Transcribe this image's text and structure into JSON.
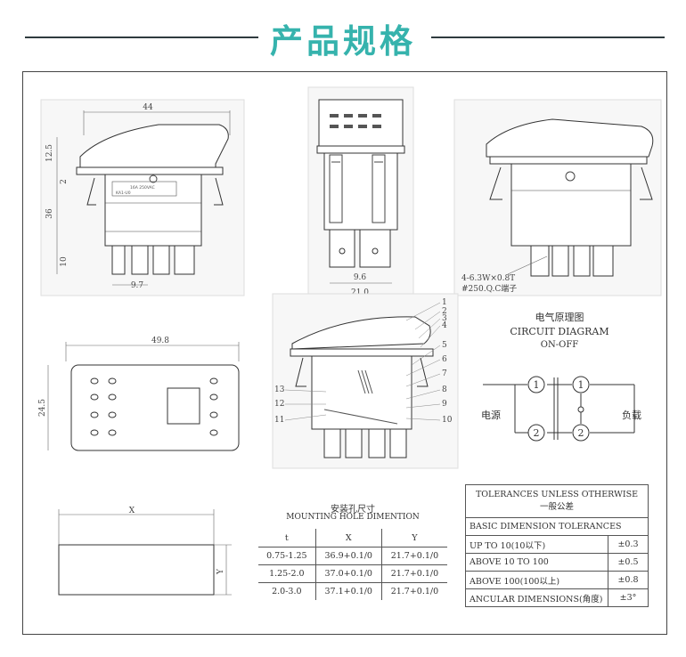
{
  "header": {
    "title": "产品规格"
  },
  "front_view": {
    "dim_width": "44",
    "dim_h1": "12.5",
    "dim_h2": "2",
    "dim_h3": "36",
    "dim_h4": "10",
    "dim_bottom": "9.7",
    "rating_text": "16A 250VAC",
    "model_text": "KA1-U0"
  },
  "side_view": {
    "dim_bottom": "9.6",
    "dim_cut": "21.0"
  },
  "right_view": {
    "terminal_note_1": "4-6.3W×0.8T",
    "terminal_note_2": "#250.Q.C端子"
  },
  "top_view": {
    "dim_width": "49.8",
    "dim_height": "24.5"
  },
  "section_view": {
    "callouts_right": [
      "1",
      "2",
      "3",
      "4",
      "5",
      "6",
      "7",
      "8",
      "9",
      "10"
    ],
    "callouts_left": [
      "13",
      "12",
      "11"
    ]
  },
  "circuit": {
    "title_cn": "电气原理图",
    "title_en": "CIRCUIT DIAGRAM",
    "subtitle": "ON-OFF",
    "label_source": "电源",
    "label_load": "负载",
    "terminals": [
      "1",
      "1",
      "2",
      "2"
    ]
  },
  "cutout": {
    "label_x": "X",
    "label_y": "Y"
  },
  "mounting_hole": {
    "title_cn": "安装孔尺寸",
    "title_en": "MOUNTING HOLE DIMENTION",
    "headers": [
      "t",
      "X",
      "Y"
    ],
    "rows": [
      [
        "0.75-1.25",
        "36.9+0.1/0",
        "21.7+0.1/0"
      ],
      [
        "1.25-2.0",
        "37.0+0.1/0",
        "21.7+0.1/0"
      ],
      [
        "2.0-3.0",
        "37.1+0.1/0",
        "21.7+0.1/0"
      ]
    ]
  },
  "tolerances": {
    "title_en": "TOLERANCES UNLESS OTHERWISE",
    "title_cn": "一般公差",
    "section": "BASIC DIMENSION TOLERANCES",
    "rows": [
      [
        "UP TO 10(10以下)",
        "±0.3"
      ],
      [
        "ABOVE 10 TO 100",
        "±0.5"
      ],
      [
        "ABOVE 100(100以上)",
        "±0.8"
      ],
      [
        "ANCULAR DIMENSIONS(角度)",
        "±3°"
      ]
    ]
  }
}
